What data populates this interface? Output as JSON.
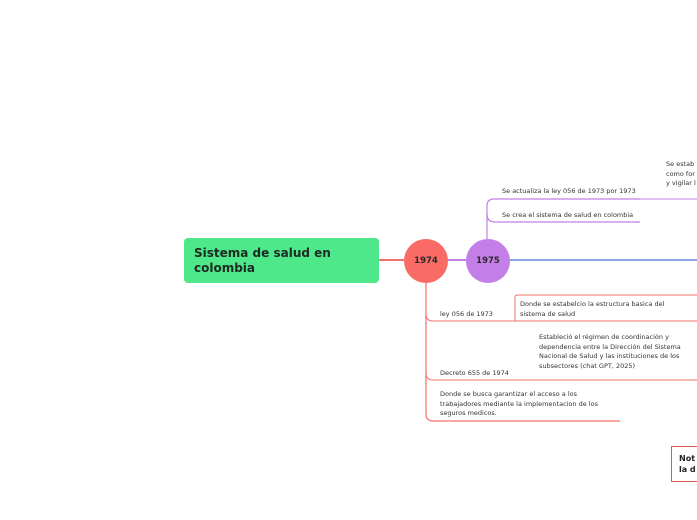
{
  "central": {
    "title_line1": "Sistema de salud en",
    "title_line2": "colombia"
  },
  "nodes": {
    "n1974": {
      "label": "1974",
      "color": "#f96b64"
    },
    "n1975": {
      "label": "1975",
      "color": "#c47ee8"
    }
  },
  "branch_1975": {
    "ley_update": "Se actualiza la ley 056 de 1973 por 1973",
    "sistema_creado": "Se crea el sistema de salud en colombia",
    "cut_text": [
      "Se estab",
      "como for",
      "y vigilar l"
    ]
  },
  "branch_1974": {
    "ley_label": "ley 056 de 1973",
    "ley_desc": [
      "Donde se estabelcio la estructura basica del",
      "sistema de salud"
    ],
    "decreto_label": "Decreto 655 de 1974",
    "decreto_desc": [
      "Estableció el régimen de coordinación y",
      "dependencia entre la Dirección del Sistema",
      "Nacional de Salud y las instituciones de los",
      "subsectores (chat GPT, 2025)"
    ],
    "acceso_desc": [
      "Donde se busca garantizar el acceso a los",
      "trabajadores mediante la implementacion de los",
      "seguros medicos."
    ]
  },
  "note": {
    "line1": "Not",
    "line2": "la d"
  },
  "colors": {
    "red_line": "#f2706a",
    "purple_line": "#c47ee8",
    "blue_line": "#8aa4ea"
  }
}
